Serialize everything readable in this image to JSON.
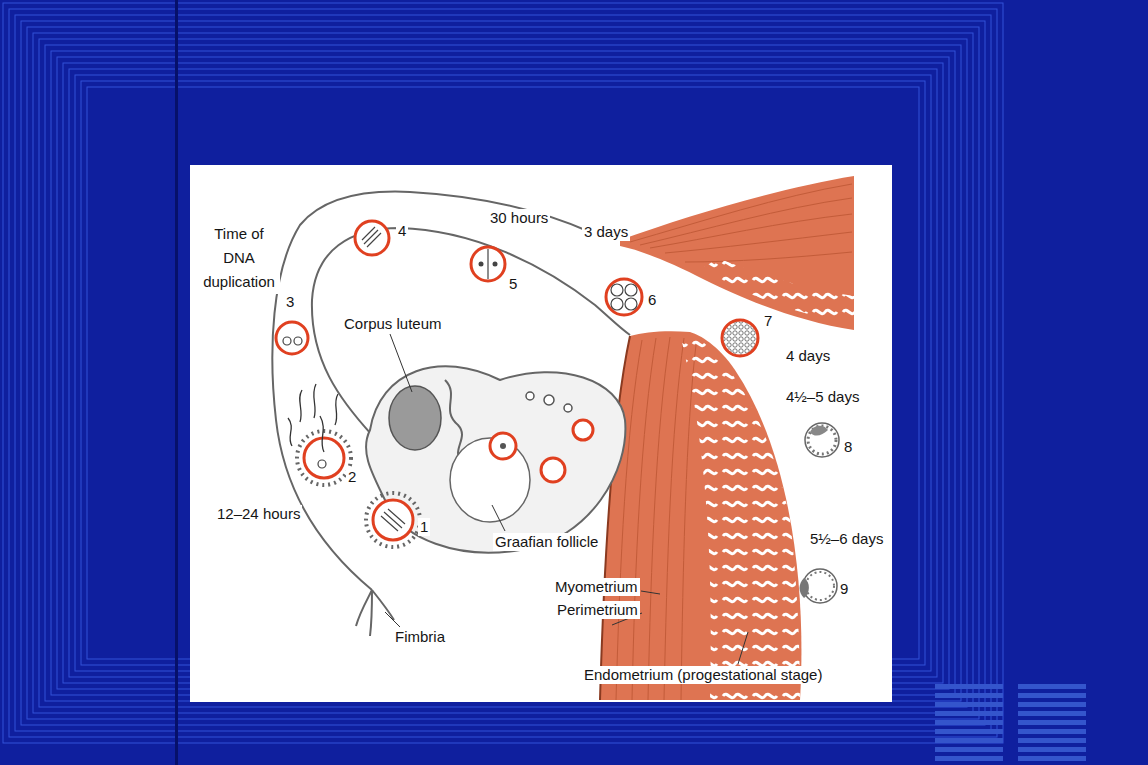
{
  "diagram": {
    "labels": [
      "Time of DNA duplication",
      "30 hours",
      "4",
      "3 days",
      "3",
      "5",
      "6",
      "Corpus luteum",
      "7",
      "4 days",
      "4½–5 days",
      "8",
      "2",
      "12–24 hours",
      "5½–6 days",
      "Graafian follicle",
      "9",
      "1",
      "Myometrium",
      "Perimetrium",
      "Fimbria",
      "Endometrium (progestational stage)"
    ]
  }
}
